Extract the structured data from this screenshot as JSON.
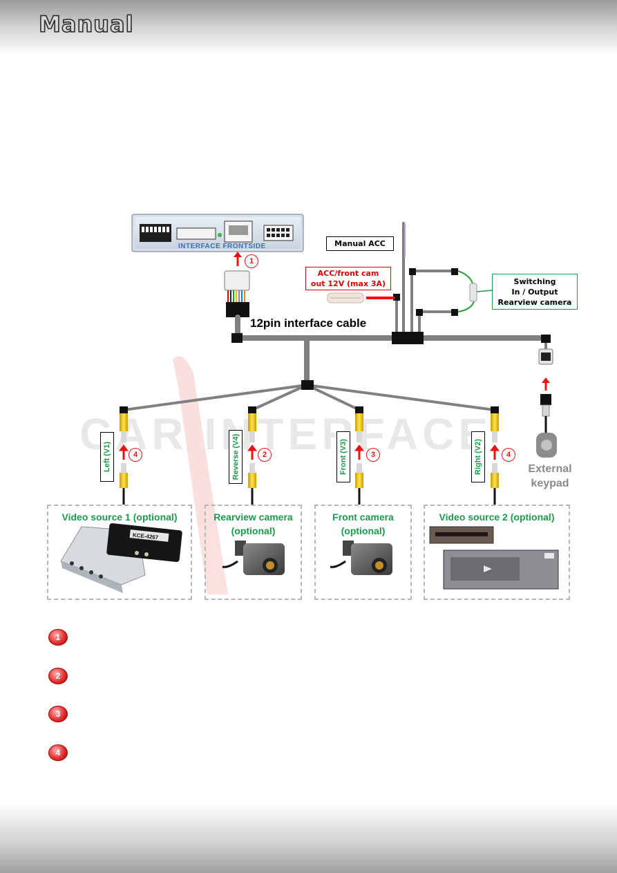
{
  "header": {
    "title": "Manual"
  },
  "interface": {
    "label": "INTERFACE  FRONTSIDE"
  },
  "cable": {
    "title": "12pin interface cable"
  },
  "labels": {
    "manual_acc": "Manual ACC",
    "acc_line1": "ACC/front cam",
    "acc_line2": "out  12V (max 3A)",
    "switch_line1": "Switching",
    "switch_line2": "In / Output",
    "switch_line3": "Rearview camera"
  },
  "inputs": [
    {
      "label": "Left (V1)",
      "badge": "4"
    },
    {
      "label": "Reverse (V4)",
      "badge": "2"
    },
    {
      "label": "Front  (V3)",
      "badge": "3"
    },
    {
      "label": "Right  (V2)",
      "badge": "4"
    }
  ],
  "devices": [
    {
      "line1": "Video source 1 (optional)",
      "line2": ""
    },
    {
      "line1": "Rearview camera",
      "line2": "(optional)"
    },
    {
      "line1": "Front camera",
      "line2": "(optional)"
    },
    {
      "line1": "Video source 2 (optional)",
      "line2": ""
    }
  ],
  "keypad": {
    "line1": "External",
    "line2": "keypad"
  },
  "interface_badge": "1",
  "legend": [
    "1",
    "2",
    "3",
    "4"
  ],
  "module_text": "KCE-4267",
  "watermark": "CAR INTERFACE",
  "colors": {
    "green": "#1a9b4a",
    "red": "#e11111",
    "cable": "#808080",
    "blue": "#3a6fb5"
  }
}
